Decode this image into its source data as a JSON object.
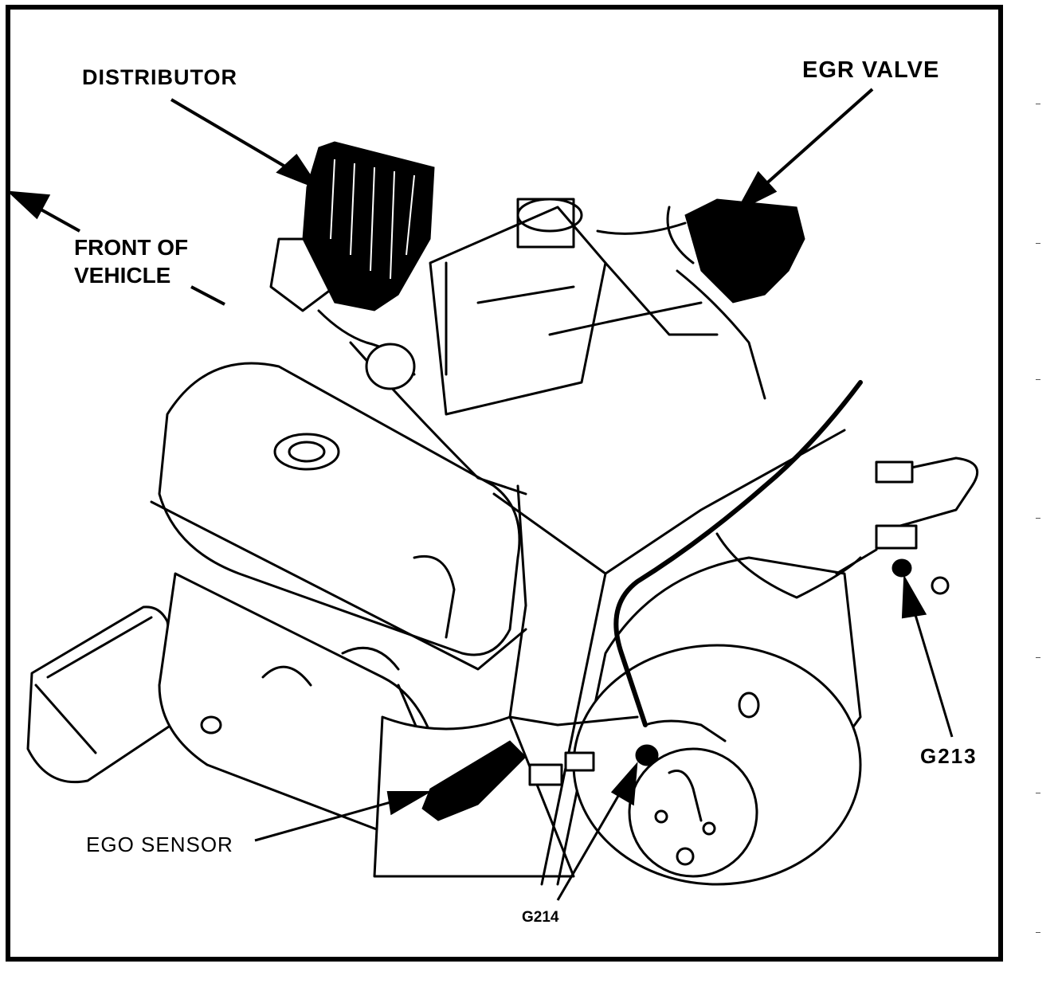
{
  "labels": {
    "distributor": "DISTRIBUTOR",
    "egr_valve": "EGR VALVE",
    "front_line1": "FRONT OF",
    "front_line2": "VEHICLE",
    "ego_sensor": "EGO SENSOR",
    "g213": "G213",
    "g214": "G214"
  },
  "colors": {
    "ink": "#000000",
    "paper": "#ffffff"
  }
}
